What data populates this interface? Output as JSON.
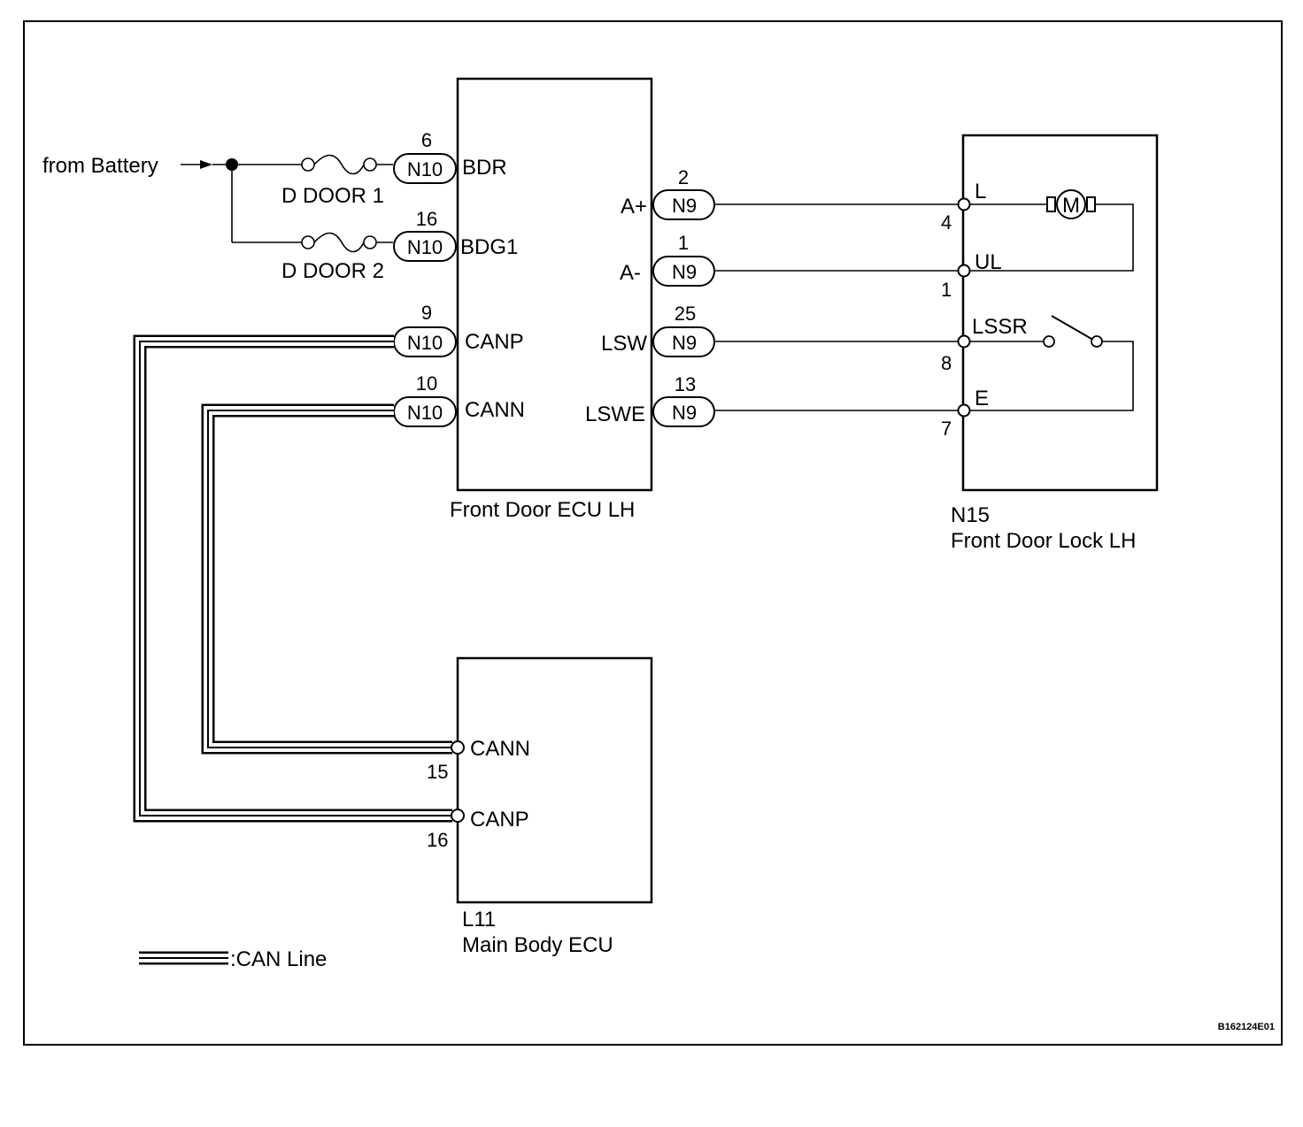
{
  "source": {
    "label": "from Battery"
  },
  "fuses": [
    {
      "label": "D DOOR 1"
    },
    {
      "label": "D DOOR 2"
    }
  ],
  "front_ecu": {
    "title": "Front Door ECU LH",
    "left_pins": [
      {
        "conn": "N10",
        "pin": "6",
        "signal": "BDR"
      },
      {
        "conn": "N10",
        "pin": "16",
        "signal": "BDG1"
      },
      {
        "conn": "N10",
        "pin": "9",
        "signal": "CANP"
      },
      {
        "conn": "N10",
        "pin": "10",
        "signal": "CANN"
      }
    ],
    "right_pins": [
      {
        "conn": "N9",
        "pin": "2",
        "signal": "A+"
      },
      {
        "conn": "N9",
        "pin": "1",
        "signal": "A-"
      },
      {
        "conn": "N9",
        "pin": "25",
        "signal": "LSW"
      },
      {
        "conn": "N9",
        "pin": "13",
        "signal": "LSWE"
      }
    ]
  },
  "door_lock": {
    "code": "N15",
    "title": "Front Door Lock LH",
    "motor": "M",
    "pins": [
      {
        "pin": "4",
        "signal": "L"
      },
      {
        "pin": "1",
        "signal": "UL"
      },
      {
        "pin": "8",
        "signal": "LSSR"
      },
      {
        "pin": "7",
        "signal": "E"
      }
    ]
  },
  "main_ecu": {
    "code": "L11",
    "title": "Main Body ECU",
    "pins": [
      {
        "pin": "15",
        "signal": "CANN"
      },
      {
        "pin": "16",
        "signal": "CANP"
      }
    ]
  },
  "legend": {
    "label": ":CAN Line"
  },
  "figure_code": "B162124E01"
}
